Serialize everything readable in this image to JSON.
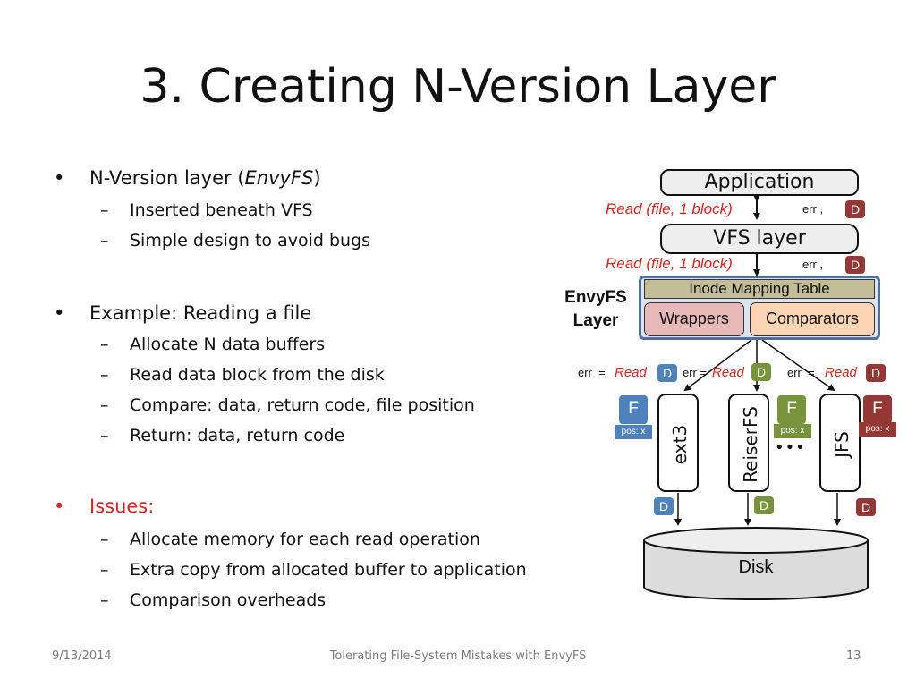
{
  "slide": {
    "title": "3. Creating N-Version Layer",
    "bullets": [
      {
        "text_before": "N-Version layer (",
        "text_italic": "EnvyFS",
        "text_after": ")"
      },
      {
        "text": "Example: Reading a file"
      },
      {
        "text": "Issues:"
      }
    ],
    "subbullets_1": [
      "Inserted  beneath VFS",
      "Simple design to avoid bugs"
    ],
    "subbullets_2": [
      "Allocate N data buffers",
      "Read data block from the disk",
      "Compare: data, return code, file position",
      "Return: data, return code"
    ],
    "subbullets_3": [
      "Allocate memory for each read operation",
      "Extra copy from allocated buffer to application",
      "Comparison overheads"
    ],
    "bullet_symbol": "•",
    "dash_symbol": "–",
    "colors": {
      "issues": "#d62424",
      "blue": "#4f81bd",
      "green": "#77933c",
      "brown": "#953735"
    }
  },
  "footer": {
    "date": "9/13/2014",
    "center": "Tolerating File-System Mistakes with EnvyFS",
    "page": "13"
  },
  "diagram": {
    "application": "Application",
    "vfs": "VFS layer",
    "read_label": "Read (file, 1 block)",
    "err": "err",
    "comma": ",",
    "d": "D",
    "f": "F",
    "pos": "pos: x",
    "envyfs_label_1": "EnvyFS",
    "envyfs_label_2": "Layer",
    "inode_table": "Inode Mapping Table",
    "wrappers": "Wrappers",
    "comparators": "Comparators",
    "eq": "=",
    "read": "Read",
    "fs": [
      "ext3",
      "ReiserFS",
      "JFS"
    ],
    "ellipsis": "•••",
    "disk": "Disk"
  }
}
